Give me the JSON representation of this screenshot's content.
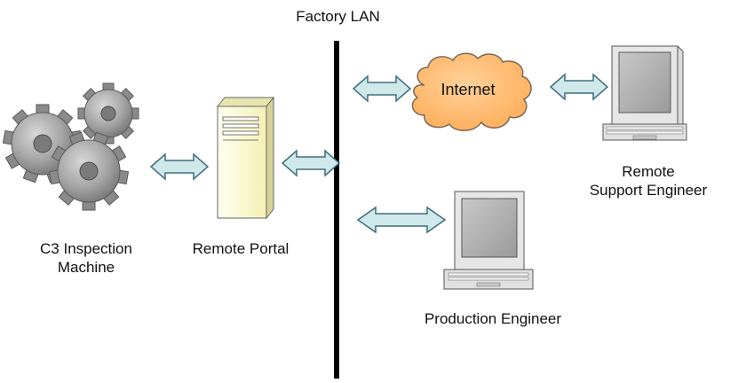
{
  "network": {
    "label": "Factory LAN"
  },
  "nodes": {
    "machine": {
      "label_line1": "C3 Inspection",
      "label_line2": "Machine",
      "icon": "gears-icon"
    },
    "portal": {
      "label": "Remote Portal",
      "icon": "server-icon"
    },
    "internet": {
      "label": "Internet",
      "icon": "cloud-icon"
    },
    "remote_engineer": {
      "label_line1": "Remote",
      "label_line2": "Support Engineer",
      "icon": "laptop-icon"
    },
    "production_engineer": {
      "label": "Production Engineer",
      "icon": "laptop-icon"
    }
  },
  "colors": {
    "arrow_fill": "#cfe8ea",
    "arrow_stroke": "#3f6f7c",
    "cloud_fill": "#ffb969",
    "server_fill": "#ffffc8",
    "gear_fill": "#9a9a9a",
    "lan_line": "#000000"
  }
}
